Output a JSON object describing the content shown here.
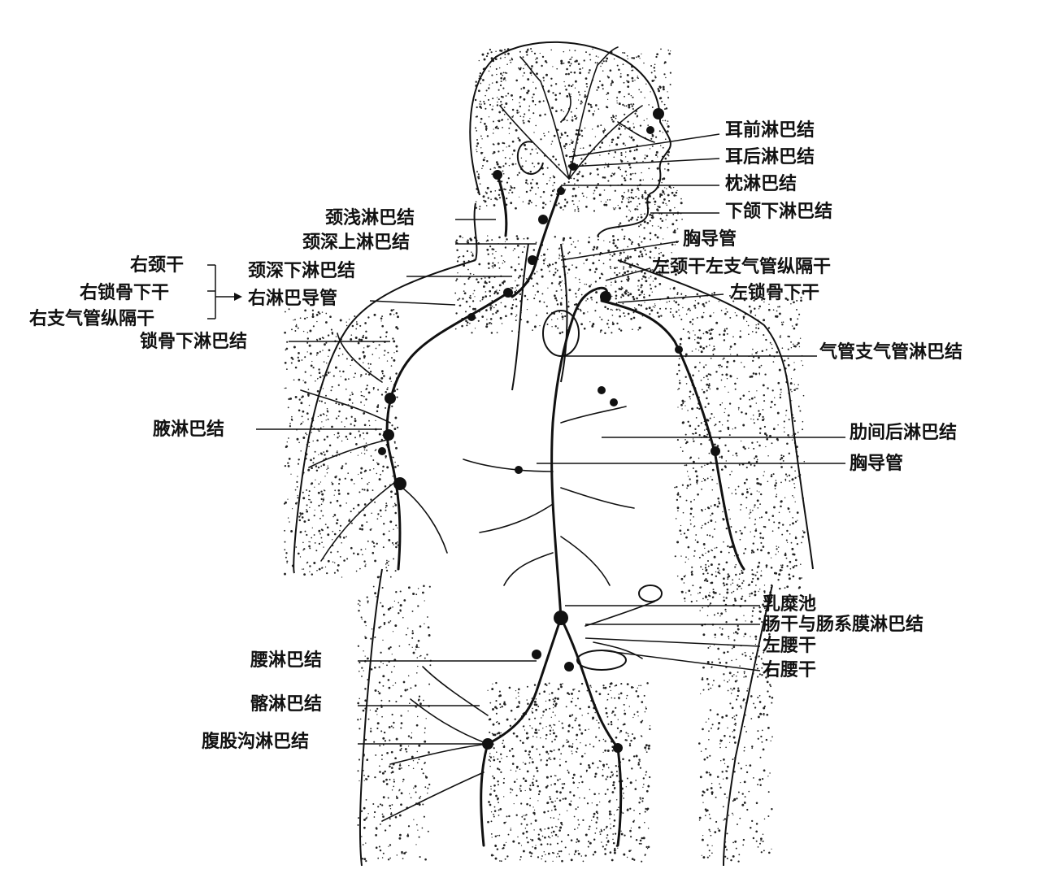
{
  "labels": {
    "erqian": "耳前淋巴结",
    "erhou": "耳后淋巴结",
    "zhen": "枕淋巴结",
    "xiahe": "下颌下淋巴结",
    "xiongdaoguan_top": "胸导管",
    "zuojinggan_zuozhi": "左颈干左支气管纵隔干",
    "zuosuogu": "左锁骨下干",
    "qiguan": "气管支气管淋巴结",
    "leijian": "肋间后淋巴结",
    "xiongdaoguan_mid": "胸导管",
    "rumichi": "乳糜池",
    "changgan": "肠干与肠系膜淋巴结",
    "zuoyao": "左腰干",
    "youyao": "右腰干",
    "jingqian": "颈浅淋巴结",
    "jingshen_shang": "颈深上淋巴结",
    "jingshen_xia": "颈深下淋巴结",
    "youjinggan": "右颈干",
    "yousuogu": "右锁骨下干",
    "youzhiqiguan": "右支气管纵隔干",
    "youlinbadaoguan": "右淋巴导管",
    "suogu_xia": "锁骨下淋巴结",
    "ye": "腋淋巴结",
    "yao": "腰淋巴结",
    "qia": "髂淋巴结",
    "fugugou": "腹股沟淋巴结"
  },
  "colors": {
    "ink": "#111111",
    "paper": "#ffffff"
  }
}
